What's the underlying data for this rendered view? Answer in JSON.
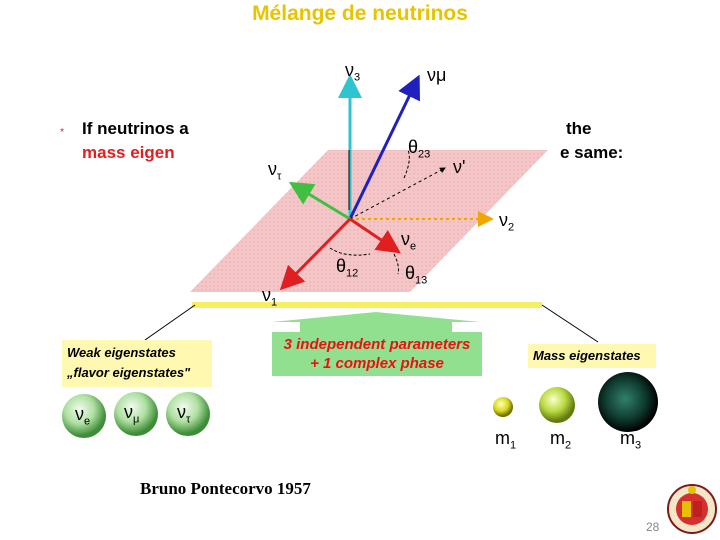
{
  "title": "Mélange de neutrinos",
  "bullet": {
    "star": "⋆",
    "line1_left": "If neutrinos a",
    "line2_left": "mass eigen",
    "line1_right": "the",
    "line2_right": "e same:"
  },
  "diagram_labels": {
    "nu3": "ν",
    "nu3_sub": "3",
    "numu": "νμ",
    "nutau": "ν",
    "nutau_sub": "τ",
    "nuprime": "ν'",
    "nu2": "ν",
    "nu2_sub": "2",
    "nue": "ν",
    "nue_sub": "e",
    "nu1": "ν",
    "nu1_sub": "1",
    "theta23": "θ",
    "theta23_sub": "23",
    "theta12": "θ",
    "theta12_sub": "12",
    "theta13": "θ",
    "theta13_sub": "13"
  },
  "weak_box": {
    "line1": "Weak eigenstates",
    "line2": "„flavor eigenstates\""
  },
  "center_box": {
    "line1": "3 independent parameters",
    "line2": "+ 1 complex phase"
  },
  "mass_box": {
    "label": "Mass eigenstates"
  },
  "flavor_spheres": [
    {
      "sym": "ν",
      "sub": "e"
    },
    {
      "sym": "ν",
      "sub": "μ"
    },
    {
      "sym": "ν",
      "sub": "τ"
    }
  ],
  "mass_labels": [
    {
      "sym": "m",
      "sub": "1"
    },
    {
      "sym": "m",
      "sub": "2"
    },
    {
      "sym": "m",
      "sub": "3"
    }
  ],
  "author": "Bruno Pontecorvo 1957",
  "page_number": "28",
  "colors": {
    "title": "#e8c400",
    "plane": "#f4c6c8",
    "nu3_axis": "#2ec4d0",
    "numu_vec": "#2020c0",
    "nutau_vec": "#40c040",
    "nue_vec": "#e02020",
    "nu2_axis": "#f0a800",
    "nu1_axis": "#e02020",
    "yellow_bar": "#f5f060"
  }
}
